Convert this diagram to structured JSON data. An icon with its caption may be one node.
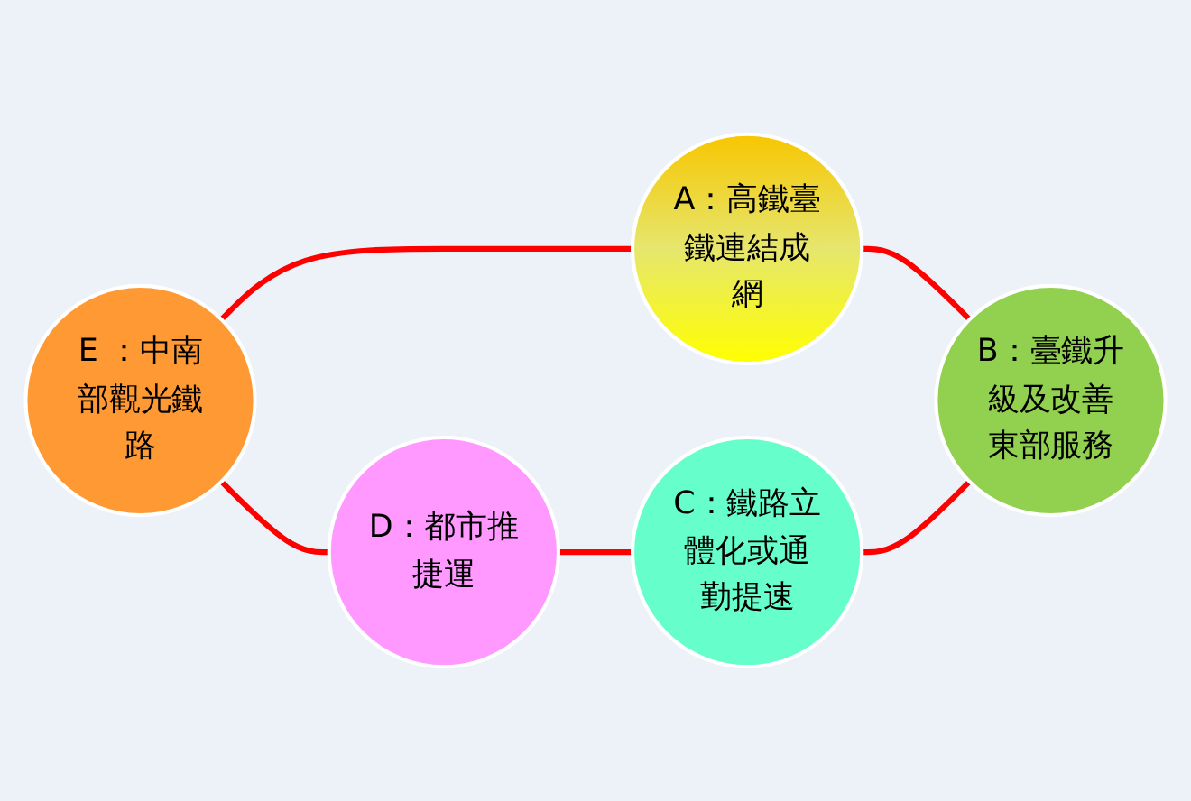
{
  "diagram": {
    "nodes": [
      {
        "text": [
          "A：高鐵臺鐵連結成網"
        ]
      },
      {
        "text": [
          "B：臺鐵升級及改善東部服務"
        ]
      },
      {
        "text": [
          "C：鐵路立體化或通勤提速"
        ]
      },
      {
        "text": [
          "D：都市推捷運"
        ]
      },
      {
        "text": [
          "E ：中南部觀光鐵路"
        ]
      }
    ],
    "edges": [
      {
        "from": 0,
        "to": 1,
        "arrow": "none"
      },
      {
        "from": 2,
        "to": 1,
        "arrow": "none"
      },
      {
        "from": 3,
        "to": 2,
        "arrow": "none"
      },
      {
        "from": 4,
        "to": 3,
        "arrow": "none"
      },
      {
        "from": 4,
        "to": 0,
        "arrow": "none"
      }
    ]
  }
}
